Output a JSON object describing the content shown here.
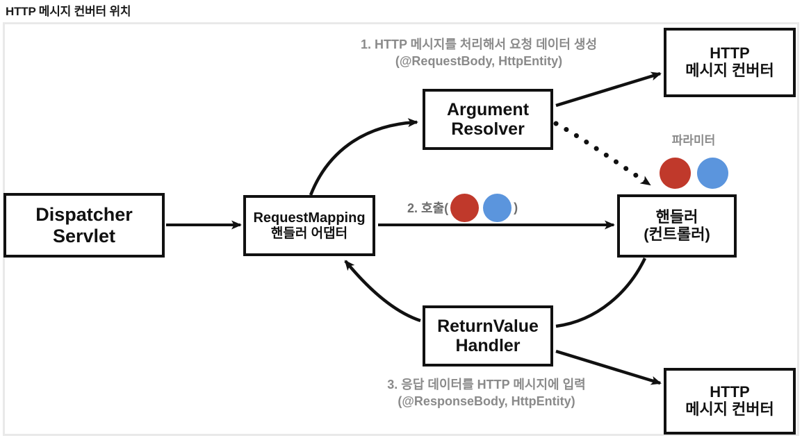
{
  "page": {
    "title": "HTTP 메시지 컨버터 위치"
  },
  "colors": {
    "red_param": "#c0392b",
    "blue_param": "#5b95dd",
    "node_border": "#111111",
    "annotation_text": "#8a8a8a",
    "frame_border": "#e9e9e9"
  },
  "nodes": {
    "dispatcher": {
      "line1": "Dispatcher",
      "line2": "Servlet"
    },
    "request_mapping": {
      "line1": "RequestMapping",
      "line2": "핸들러 어댑터"
    },
    "argument_resolver": {
      "line1": "Argument",
      "line2": "Resolver"
    },
    "return_value_handler": {
      "line1": "ReturnValue",
      "line2": "Handler"
    },
    "handler": {
      "line1": "핸들러",
      "line2": "(컨트롤러)"
    },
    "converter_top": {
      "line1": "HTTP",
      "line2": "메시지 컨버터"
    },
    "converter_bottom": {
      "line1": "HTTP",
      "line2": "메시지 컨버터"
    }
  },
  "annotations": {
    "step1": {
      "line1": "1. HTTP 메시지를 처리해서 요청 데이터 생성",
      "line2": "(@RequestBody, HttpEntity)"
    },
    "step2": {
      "prefix": "2. 호출(",
      "suffix": ")"
    },
    "step3": {
      "line1": "3. 응답 데이터를 HTTP 메시지에 입력",
      "line2": "(@ResponseBody, HttpEntity)"
    },
    "parameter_label": "파라미터"
  }
}
